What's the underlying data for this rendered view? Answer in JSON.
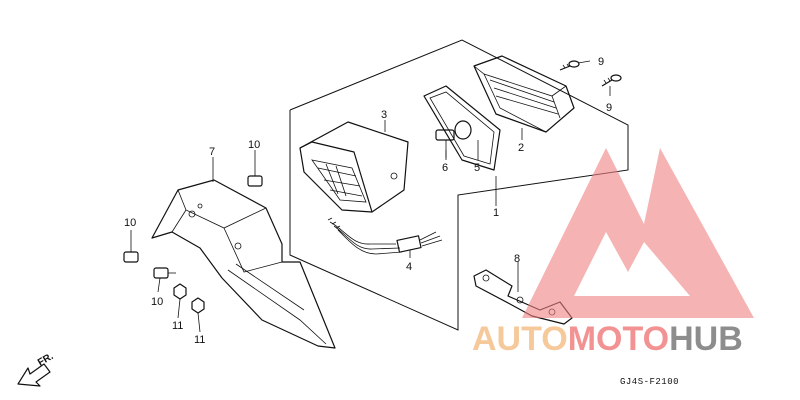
{
  "diagram": {
    "callouts": {
      "c1": "1",
      "c2": "2",
      "c3": "3",
      "c4": "4",
      "c5": "5",
      "c6": "6",
      "c7": "7",
      "c8": "8",
      "c9a": "9",
      "c9b": "9",
      "c10a": "10",
      "c10b": "10",
      "c10c": "10",
      "c11a": "11",
      "c11b": "11"
    },
    "front_indicator": "FR.",
    "figure_code": "GJ4S-F2100"
  },
  "watermark": {
    "word_part1": "AUTO",
    "word_part2": "MOTO",
    "word_part3": "HUB",
    "color_orange": "#f5c08a",
    "color_red": "#f08080",
    "color_gray": "#7a7a7a"
  }
}
